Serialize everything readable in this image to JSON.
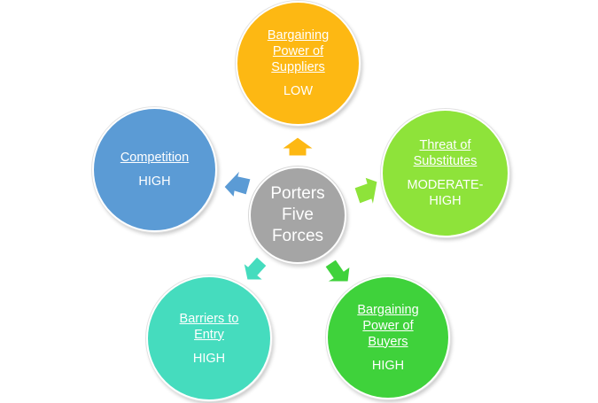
{
  "center": {
    "text": "Porters\nFive\nForces",
    "color": "#a5a5a5"
  },
  "forces": [
    {
      "id": "suppliers",
      "title": "Bargaining\nPower of\nSuppliers",
      "level": "LOW",
      "color": "#fdb813"
    },
    {
      "id": "substitutes",
      "title": "Threat of\nSubstitutes",
      "level": "MODERATE-\nHIGH",
      "color": "#8ee33a"
    },
    {
      "id": "buyers",
      "title": "Bargaining\nPower of\nBuyers",
      "level": "HIGH",
      "color": "#3fd23b"
    },
    {
      "id": "barriers",
      "title": "Barriers to\nEntry",
      "level": "HIGH",
      "color": "#45dcbe"
    },
    {
      "id": "competition",
      "title": "Competition",
      "level": "HIGH",
      "color": "#5b9bd5"
    }
  ]
}
